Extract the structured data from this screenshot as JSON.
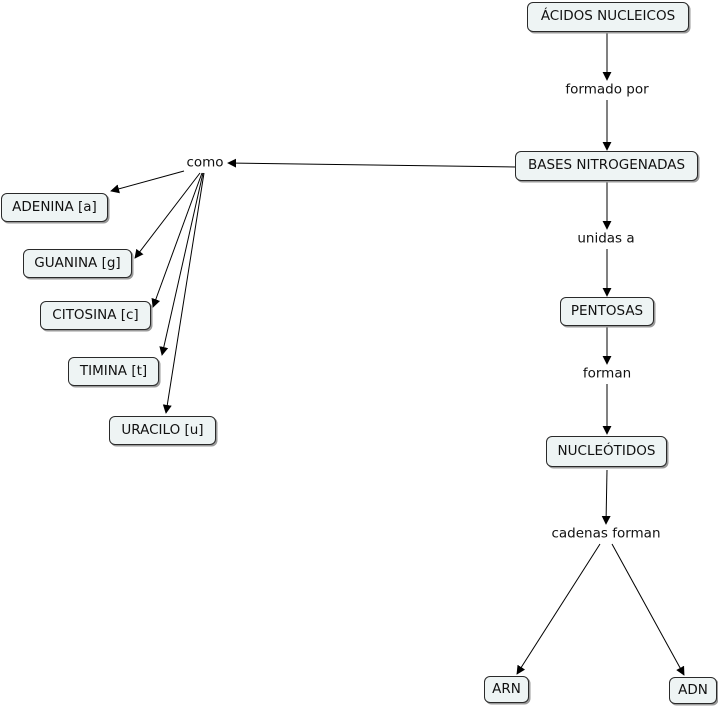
{
  "concepts": {
    "acidos_nucleicos": "ÁCIDOS NUCLEICOS",
    "bases_nitrogenadas": "BASES NITROGENADAS",
    "pentosas": "PENTOSAS",
    "nucleotidos": "NUCLEÓTIDOS",
    "arn": "ARN",
    "adn": "ADN",
    "adenina": "ADENINA [a]",
    "guanina": "GUANINA [g]",
    "citosina": "CITOSINA [c]",
    "timina": "TIMINA [t]",
    "uracilo": "URACILO [u]"
  },
  "linking_phrases": {
    "formado_por": "formado por",
    "unidas_a": "unidas a",
    "forman": "forman",
    "cadenas_forman": "cadenas forman",
    "como": "como"
  }
}
